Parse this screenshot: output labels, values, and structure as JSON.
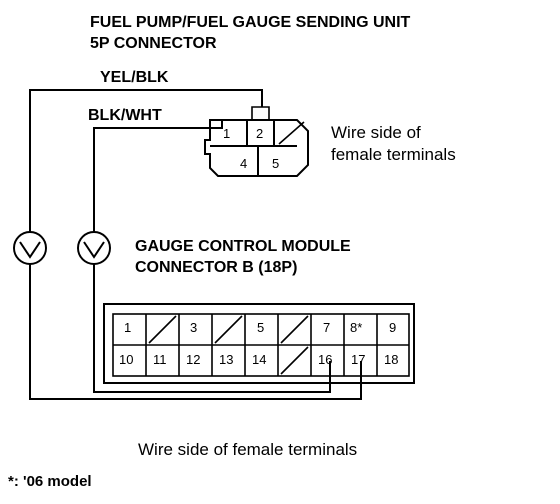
{
  "connector_5p": {
    "title_line1": "FUEL PUMP/FUEL GAUGE SENDING UNIT",
    "title_line2": "5P CONNECTOR",
    "wire_yel_blk": "YEL/BLK",
    "wire_blk_wht": "BLK/WHT",
    "pins": {
      "p1": "1",
      "p2": "2",
      "p4": "4",
      "p5": "5"
    },
    "wire_side_line1": "Wire side of",
    "wire_side_line2": "female terminals"
  },
  "connector_b": {
    "title_line1": "GAUGE CONTROL MODULE",
    "title_line2": "CONNECTOR B (18P)",
    "row1": [
      "1",
      "",
      "3",
      "",
      "5",
      "",
      "7",
      "8*",
      "9"
    ],
    "row2": [
      "10",
      "11",
      "12",
      "13",
      "14",
      "",
      "16",
      "17",
      "18"
    ],
    "wire_side": "Wire side of female terminals"
  },
  "footnote": "*: '06 model",
  "colors": {
    "ink": "#000000",
    "background": "#ffffff"
  }
}
